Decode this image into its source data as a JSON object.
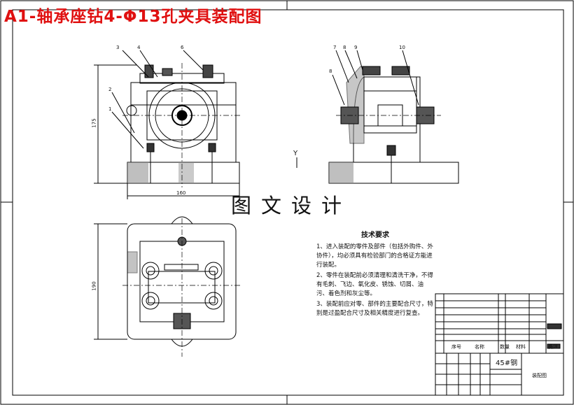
{
  "title": "A1-轴承座钻4-Φ13孔夹具装配图",
  "watermark": "图文设计",
  "balloons": [
    "1",
    "2",
    "3",
    "4",
    "6",
    "7",
    "8",
    "9",
    "10",
    "8"
  ],
  "dims": {
    "height_front": "175",
    "width_front": "160",
    "height_top": "190"
  },
  "view_letter": "Y",
  "tech": {
    "heading": "技术要求",
    "items": [
      "1、进入装配的零件及部件（包括外购件、外协件），均必须具有检验部门的合格证方能进行装配。",
      "2、零件在装配前必须清理和清洗干净，不得有毛刺、飞边、氧化皮、锈蚀、切屑、油污、着色剂和灰尘等。",
      "3、装配前应对零、部件的主要配合尺寸，特别是过盈配合尺寸及相关精度进行复查。"
    ]
  },
  "table": {
    "head_seq": "序号",
    "head_name": "名称",
    "head_qty": "数量",
    "head_mat": "材料",
    "head_note": "备注",
    "material": "45#钢",
    "drawing": "装配图"
  }
}
